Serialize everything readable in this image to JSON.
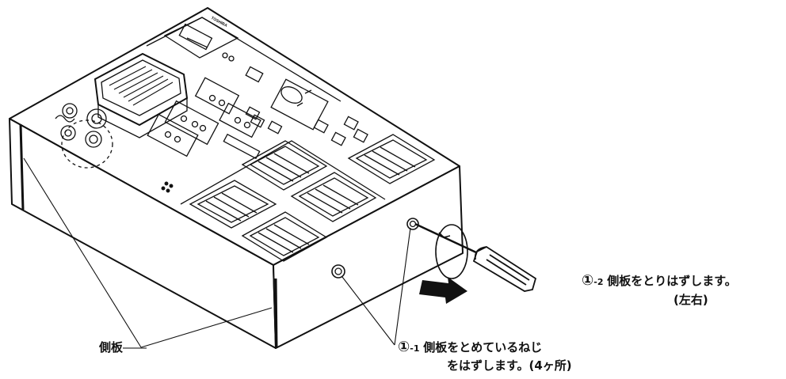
{
  "labels": {
    "side_plate": "側板",
    "step1_number": "①",
    "step1_suffix": "-1",
    "step1_line1": "側板をとめているねじ",
    "step1_line2": "をはずします。(4ヶ所)",
    "step2_number": "①",
    "step2_suffix": "-2",
    "step2_line1": "側板をとりはずします。",
    "step2_line2": "(左右)"
  },
  "device_brand": "TOSHIBA"
}
